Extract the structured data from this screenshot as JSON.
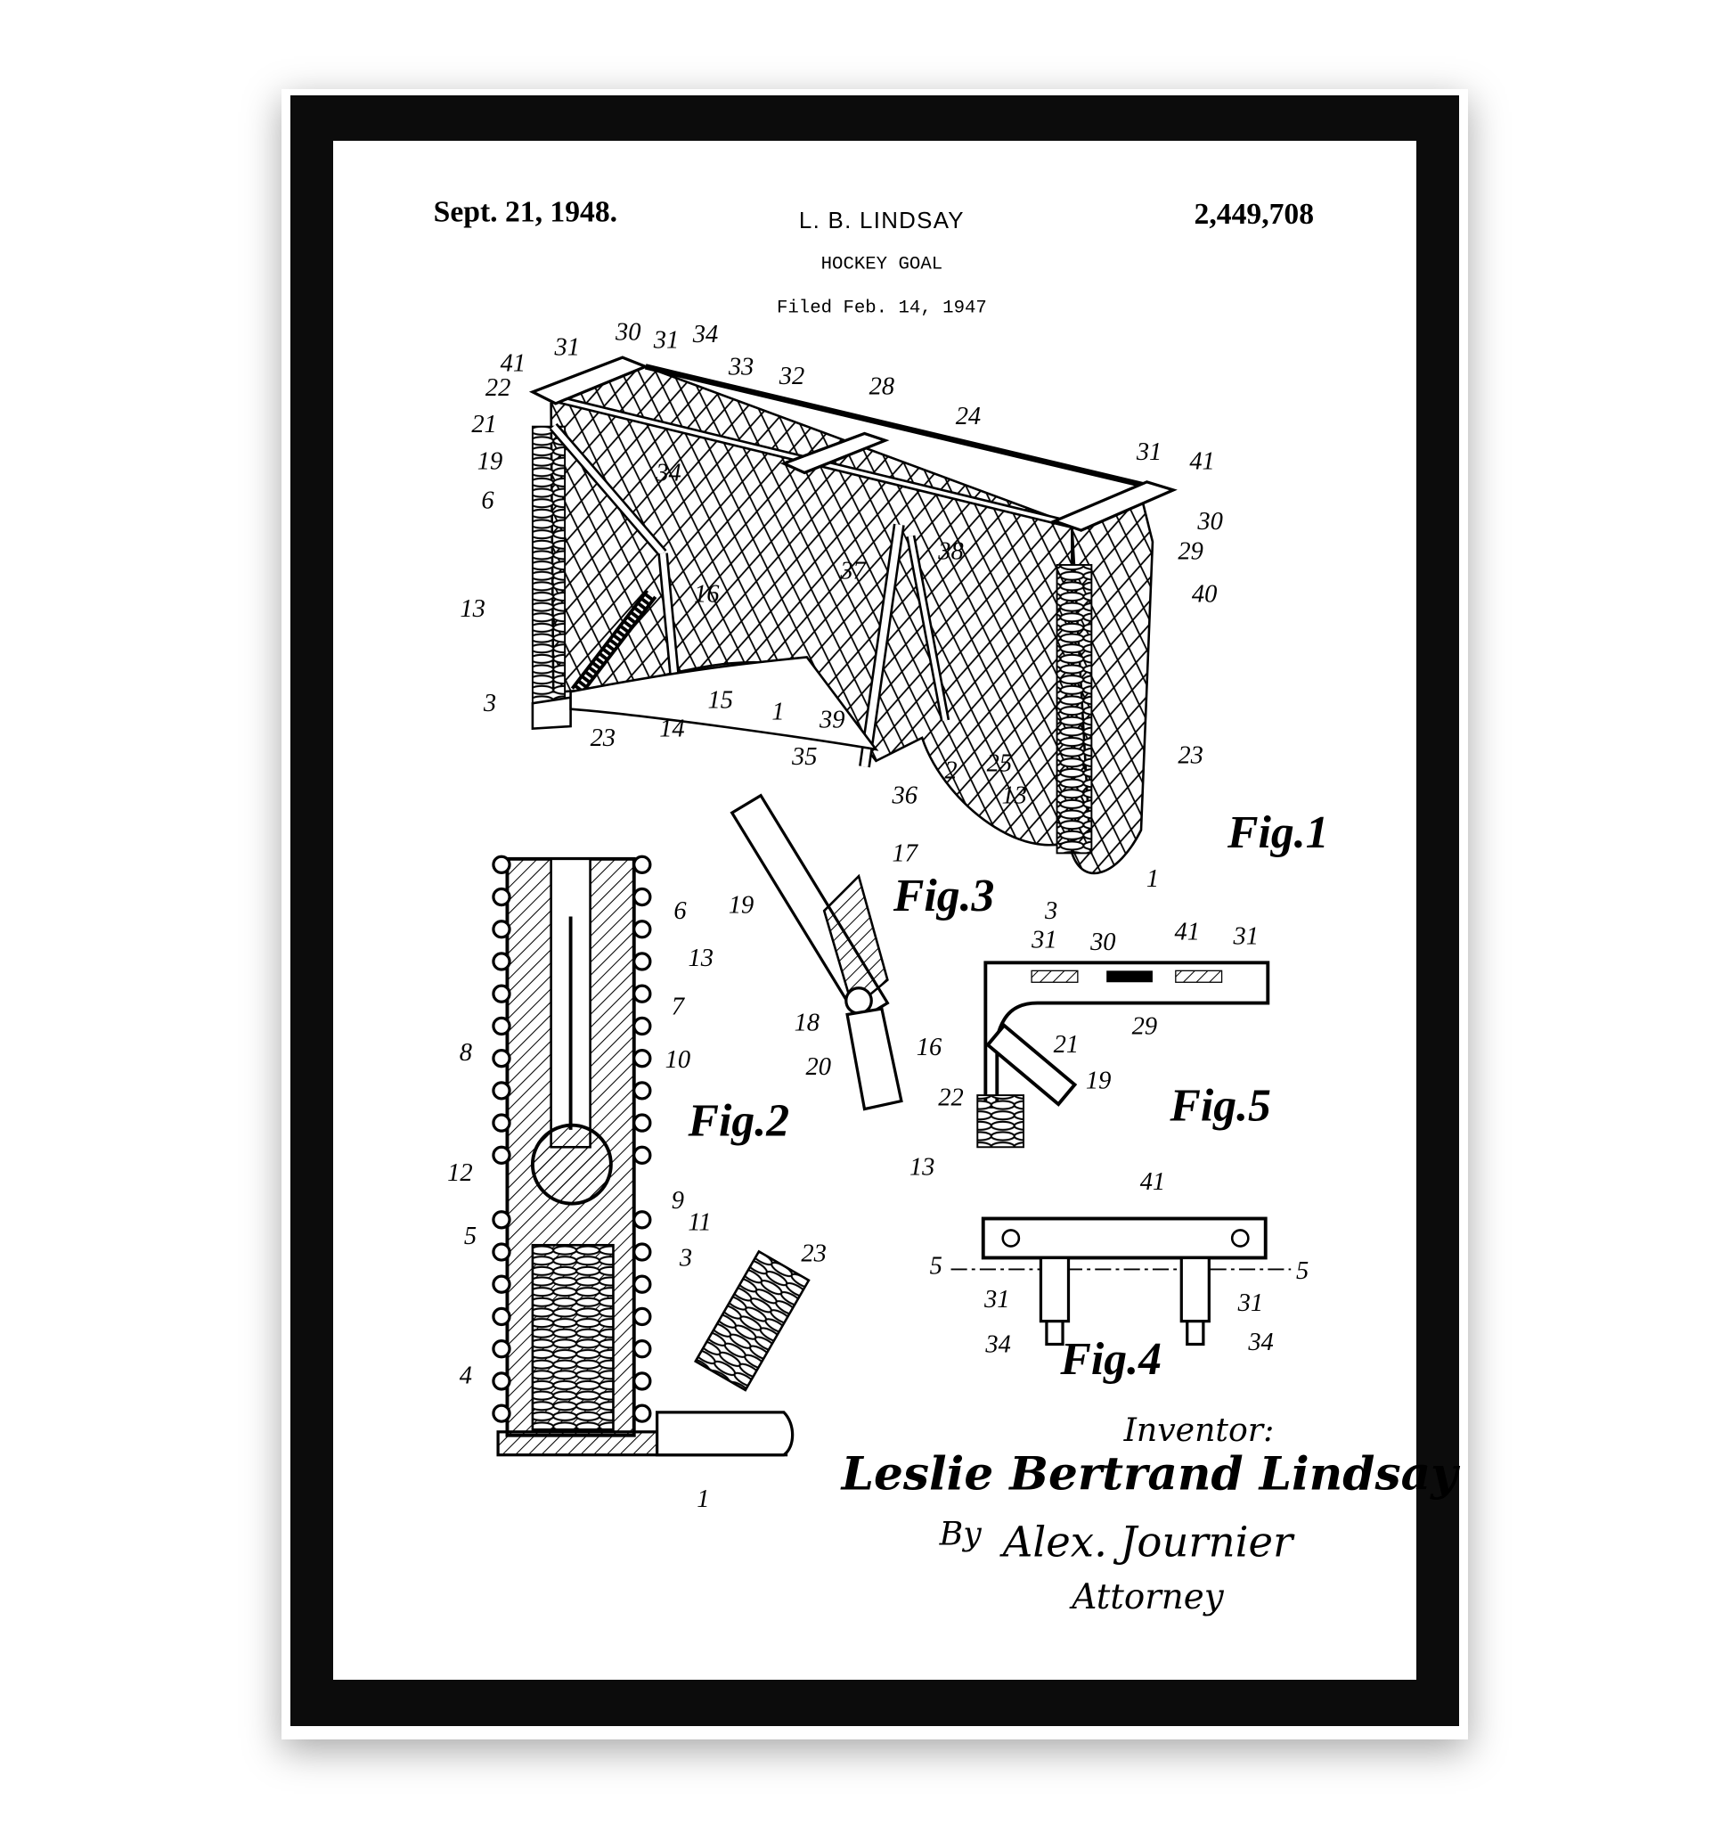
{
  "header": {
    "date": "Sept. 21, 1948.",
    "inventor_short": "L. B. LINDSAY",
    "patent_number": "2,449,708",
    "title": "HOCKEY GOAL",
    "filed": "Filed Feb. 14, 1947"
  },
  "figures": [
    "Fig.1",
    "Fig.2",
    "Fig.3",
    "Fig.4",
    "Fig.5"
  ],
  "labels": [
    "41",
    "31",
    "30",
    "31",
    "34",
    "33",
    "32",
    "28",
    "24",
    "22",
    "21",
    "19",
    "6",
    "13",
    "3",
    "23",
    "14",
    "15",
    "16",
    "1",
    "34",
    "31",
    "41",
    "30",
    "29",
    "40",
    "38",
    "37",
    "39",
    "35",
    "36",
    "2",
    "25",
    "13",
    "23",
    "1",
    "3",
    "6",
    "13",
    "7",
    "8",
    "10",
    "12",
    "9",
    "11",
    "5",
    "3",
    "4",
    "23",
    "1",
    "17",
    "19",
    "18",
    "20",
    "16",
    "31",
    "30",
    "41",
    "31",
    "29",
    "21",
    "19",
    "22",
    "13",
    "41",
    "5",
    "5",
    "31",
    "31",
    "34",
    "34"
  ],
  "signature": {
    "inventor_label": "Inventor:",
    "inventor_name": "Leslie Bertrand Lindsay",
    "by": "By",
    "attorney_signature": "Alex. Journier",
    "attorney_label": "Attorney"
  },
  "colors": {
    "frame": "#0c0c0c",
    "paper": "#ffffff",
    "ink": "#000000"
  }
}
